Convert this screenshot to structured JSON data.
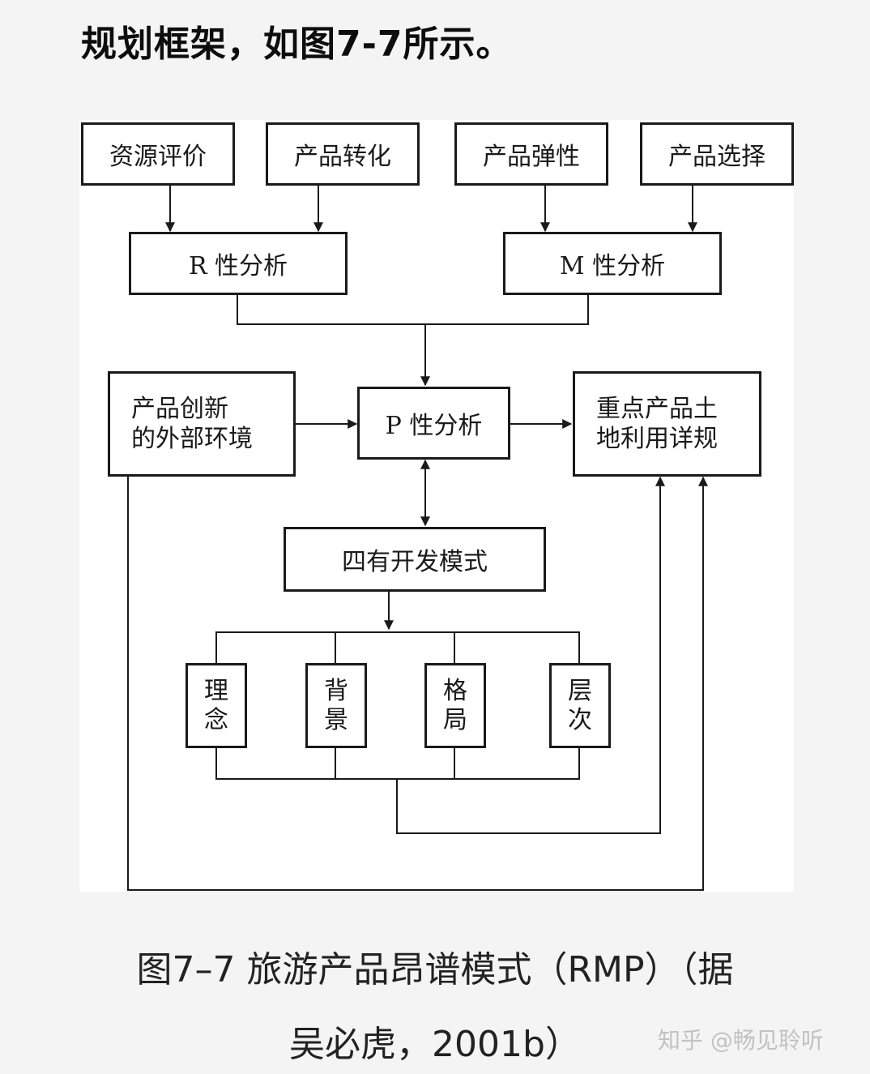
{
  "heading": "规划框架，如图7-7所示。",
  "diagram": {
    "nodes": {
      "resource_eval": "资源评价",
      "product_transform": "产品转化",
      "product_elasticity": "产品弹性",
      "product_selection": "产品选择",
      "r_analysis": "R 性分析",
      "m_analysis": "M 性分析",
      "p_analysis": "P 性分析",
      "external_env": "产品创新\n的外部环境",
      "land_use_plan": "重点产品土\n地利用详规",
      "four_have_mode": "四有开发模式",
      "concept": "理\n念",
      "background": "背\n景",
      "pattern": "格\n局",
      "level": "层\n次"
    },
    "edges": [
      {
        "from": "资源评价",
        "to": "R 性分析"
      },
      {
        "from": "产品转化",
        "to": "R 性分析"
      },
      {
        "from": "产品弹性",
        "to": "M 性分析"
      },
      {
        "from": "产品选择",
        "to": "M 性分析"
      },
      {
        "from": "R 性分析",
        "to": "P 性分析"
      },
      {
        "from": "M 性分析",
        "to": "P 性分析"
      },
      {
        "from": "产品创新的外部环境",
        "to": "P 性分析"
      },
      {
        "from": "P 性分析",
        "to": "重点产品土地利用详规"
      },
      {
        "from": "P 性分析",
        "to": "四有开发模式",
        "bidirectional": true
      },
      {
        "from": "四有开发模式",
        "to": "理念"
      },
      {
        "from": "四有开发模式",
        "to": "背景"
      },
      {
        "from": "四有开发模式",
        "to": "格局"
      },
      {
        "from": "四有开发模式",
        "to": "层次"
      },
      {
        "from": "理念/背景/格局/层次",
        "to": "重点产品土地利用详规"
      },
      {
        "from": "产品创新的外部环境",
        "to": "重点产品土地利用详规"
      }
    ]
  },
  "caption": {
    "line1": "图7–7 旅游产品昂谱模式（RMP）（据",
    "line2": "吴必虎，2001b）"
  },
  "watermark": "知乎 @畅见聆听"
}
